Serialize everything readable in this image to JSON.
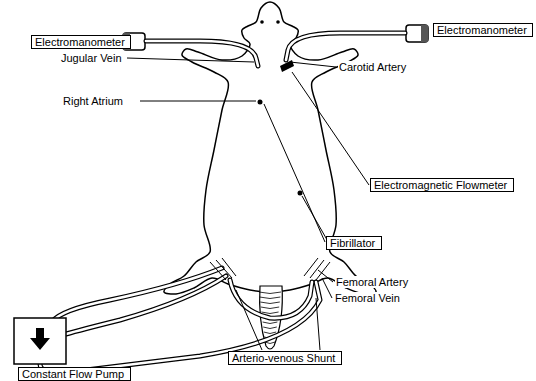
{
  "diagram": {
    "nodes": [
      {
        "text": [
          "Electromanometer"
        ]
      },
      {
        "text": [
          "Electromanometer"
        ]
      },
      {
        "text": [
          "Electromagnetic Flowmeter"
        ]
      },
      {
        "text": [
          "Fibrillator"
        ]
      },
      {
        "text": [
          "Constant Flow Pump"
        ]
      },
      {
        "text": [
          "Arterio-venous Shunt"
        ]
      }
    ],
    "labels": [
      "Jugular Vein",
      "Carotid Artery",
      "Right Atrium",
      "Femoral Artery",
      "Femoral Vein"
    ]
  }
}
